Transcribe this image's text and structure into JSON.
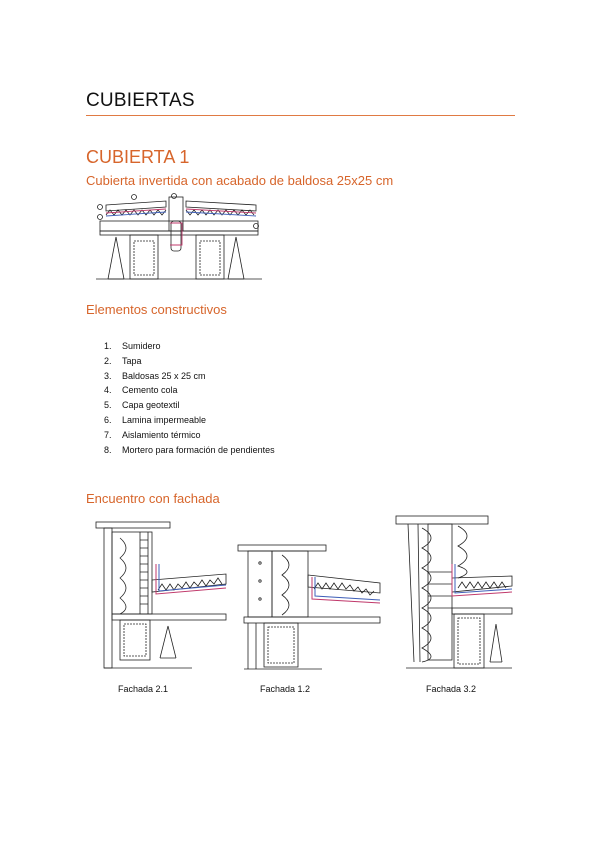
{
  "page": {
    "title": "CUBIERTAS"
  },
  "section": {
    "title": "CUBIERTA 1",
    "subtitle": "Cubierta invertida con acabado de baldosa 25x25 cm"
  },
  "elements": {
    "title": "Elementos constructivos",
    "items": [
      {
        "num": "1.",
        "label": "Sumidero"
      },
      {
        "num": "2.",
        "label": "Tapa"
      },
      {
        "num": "3.",
        "label": "Baldosas 25 x 25 cm"
      },
      {
        "num": "4.",
        "label": "Cemento cola"
      },
      {
        "num": "5.",
        "label": "Capa geotextil"
      },
      {
        "num": "6.",
        "label": "Lamina impermeable"
      },
      {
        "num": "7.",
        "label": "Aislamiento térmico"
      },
      {
        "num": "8.",
        "label": "Mortero para formación de pendientes"
      }
    ]
  },
  "facade": {
    "title": "Encuentro con fachada",
    "captions": [
      "Fachada 2.1",
      "Fachada 1.2",
      "Fachada 3.2"
    ]
  },
  "colors": {
    "accent": "#d7652b",
    "rule": "#e07a43",
    "waterproof": "#c0396b",
    "geotextile": "#3f5fb8"
  }
}
